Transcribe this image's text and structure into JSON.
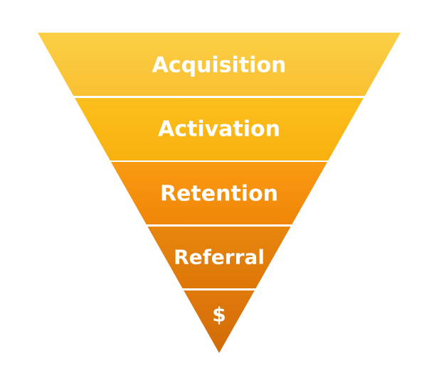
{
  "diagram": {
    "type": "funnel",
    "stages": [
      {
        "label": "Acquisition",
        "color_top": "#fccf45",
        "color_bottom": "#f9c032"
      },
      {
        "label": "Activation",
        "color_top": "#fdbf1c",
        "color_bottom": "#f8b10f"
      },
      {
        "label": "Retention",
        "color_top": "#fa9a12",
        "color_bottom": "#f08607"
      },
      {
        "label": "Referral",
        "color_top": "#e8860e",
        "color_bottom": "#dd7708"
      },
      {
        "label": "$",
        "color_top": "#e07a0c",
        "color_bottom": "#d06a06"
      }
    ],
    "separator_color": "#ffffff"
  }
}
